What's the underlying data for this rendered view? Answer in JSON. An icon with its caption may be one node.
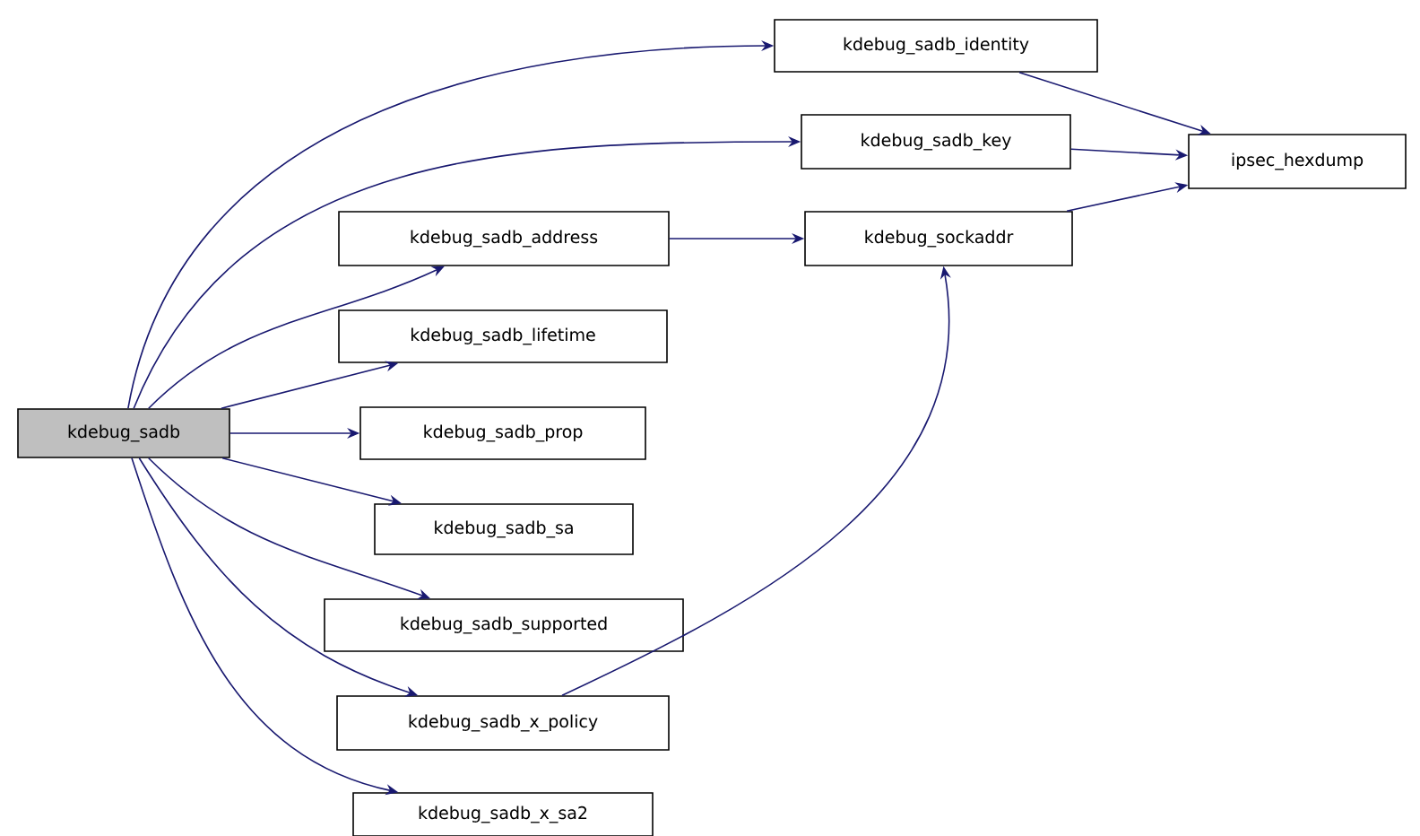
{
  "diagram": {
    "nodes": [
      {
        "text": [
          "kdebug_sadb"
        ]
      },
      {
        "text": [
          "kdebug_sadb_identity"
        ]
      },
      {
        "text": [
          "kdebug_sadb_key"
        ]
      },
      {
        "text": [
          "kdebug_sadb_address"
        ]
      },
      {
        "text": [
          "kdebug_sockaddr"
        ]
      },
      {
        "text": [
          "ipsec_hexdump"
        ]
      },
      {
        "text": [
          "kdebug_sadb_lifetime"
        ]
      },
      {
        "text": [
          "kdebug_sadb_prop"
        ]
      },
      {
        "text": [
          "kdebug_sadb_sa"
        ]
      },
      {
        "text": [
          "kdebug_sadb_supported"
        ]
      },
      {
        "text": [
          "kdebug_sadb_x_policy"
        ]
      },
      {
        "text": [
          "kdebug_sadb_x_sa2"
        ]
      }
    ],
    "edges": [
      {
        "from": 0,
        "to": 1,
        "arrow": "to"
      },
      {
        "from": 0,
        "to": 2,
        "arrow": "to"
      },
      {
        "from": 0,
        "to": 3,
        "arrow": "to"
      },
      {
        "from": 0,
        "to": 6,
        "arrow": "to"
      },
      {
        "from": 0,
        "to": 7,
        "arrow": "to"
      },
      {
        "from": 0,
        "to": 8,
        "arrow": "to"
      },
      {
        "from": 0,
        "to": 9,
        "arrow": "to"
      },
      {
        "from": 0,
        "to": 10,
        "arrow": "to"
      },
      {
        "from": 0,
        "to": 11,
        "arrow": "to"
      },
      {
        "from": 1,
        "to": 5,
        "arrow": "to"
      },
      {
        "from": 2,
        "to": 5,
        "arrow": "to"
      },
      {
        "from": 3,
        "to": 4,
        "arrow": "to"
      },
      {
        "from": 4,
        "to": 5,
        "arrow": "to"
      },
      {
        "from": 10,
        "to": 4,
        "arrow": "to"
      }
    ]
  }
}
